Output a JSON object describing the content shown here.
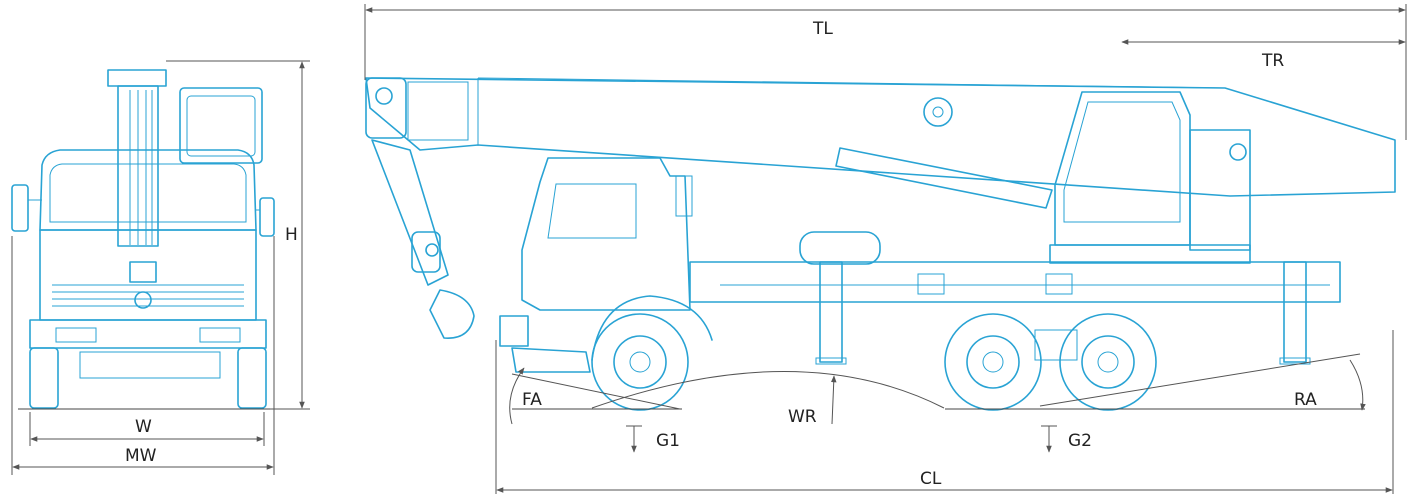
{
  "labels": {
    "tl": "TL",
    "tr": "TR",
    "h": "H",
    "w": "W",
    "mw": "MW",
    "fa": "FA",
    "wr": "WR",
    "ra": "RA",
    "g1": "G1",
    "g2": "G2",
    "cl": "CL"
  },
  "colors": {
    "line_art": "#29a3d4",
    "dimension": "#555555",
    "text": "#222222"
  },
  "icons": {
    "load_marker": "load-arrow-icon"
  }
}
